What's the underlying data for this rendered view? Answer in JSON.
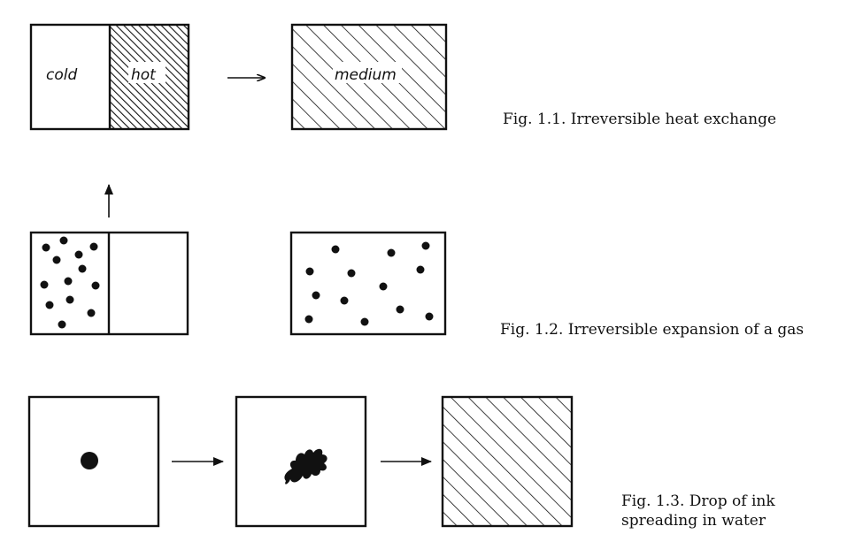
{
  "figure_1_1": {
    "caption": "Fig. 1.1. Irreversible heat exchange",
    "left_label": "cold",
    "hot_label": "hot",
    "result_label": "medium"
  },
  "figure_1_2": {
    "caption": "Fig. 1.2. Irreversible expansion of a gas"
  },
  "figure_1_3": {
    "caption_line1": "Fig. 1.3. Drop of ink",
    "caption_line2": "spreading in water"
  },
  "colors": {
    "ink": "#111111",
    "paper": "#ffffff"
  }
}
